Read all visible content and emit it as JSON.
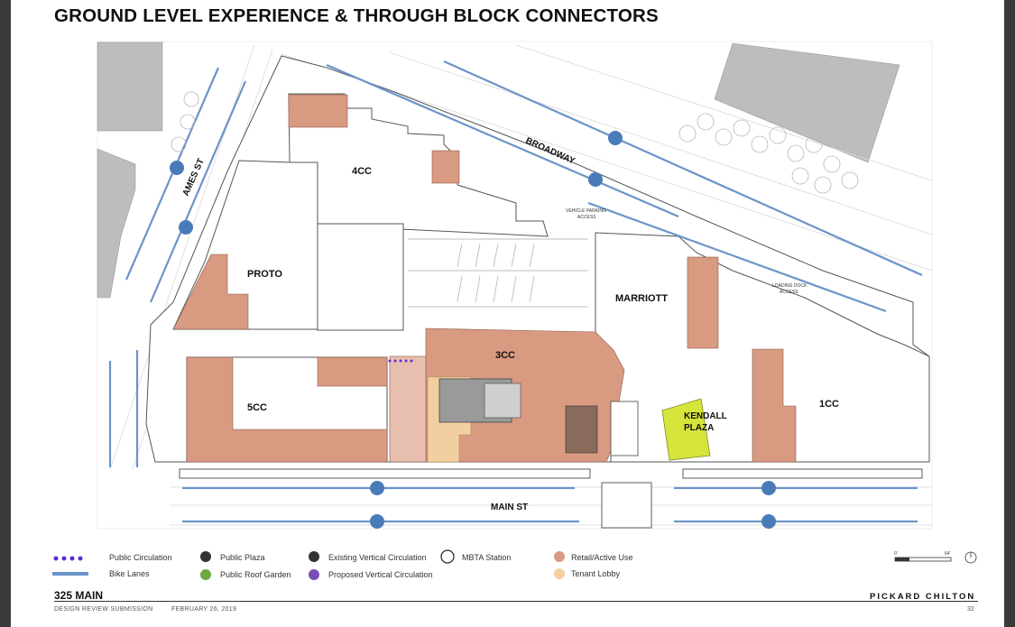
{
  "title": "GROUND LEVEL EXPERIENCE & THROUGH BLOCK CONNECTORS",
  "buildings": {
    "b4cc": "4CC",
    "proto": "PROTO",
    "marriott": "MARRIOTT",
    "b3cc": "3CC",
    "b5cc": "5CC",
    "kendall_plaza_line1": "KENDALL",
    "kendall_plaza_line2": "PLAZA",
    "b1cc": "1CC"
  },
  "streets": {
    "ames": "AMES ST",
    "broadway": "BROADWAY",
    "main": "MAIN ST"
  },
  "notes": {
    "vehicle_line1": "VEHICLE PARKING",
    "vehicle_line2": "ACCESS",
    "loading_line1": "LOADING DOCK",
    "loading_line2": "ACCESS"
  },
  "legend": {
    "public_circulation": "Public Circulation",
    "bike_lanes": "Bike Lanes",
    "public_plaza": "Public Plaza",
    "public_roof_garden": "Public Roof Garden",
    "existing_vertical": "Existing Vertical Circulation",
    "proposed_vertical": "Proposed Vertical Circulation",
    "mbta": "MBTA Station",
    "retail": "Retail/Active Use",
    "tenant_lobby": "Tenant Lobby"
  },
  "scale": {
    "start": "0'",
    "end": "64'"
  },
  "footer": {
    "project": "325 MAIN",
    "submission": "DESIGN REVIEW SUBMISSION",
    "date": "FEBRUARY 26, 2019",
    "firm": "PICKARD CHILTON",
    "page": "32"
  },
  "colors": {
    "retail": "#d99a82",
    "tenant_lobby": "#f2cfa0",
    "plaza": "#d6e43c",
    "existing_building": "#bdbdbd",
    "bike_lane": "#6a94c8",
    "public_circulation": "#5a2fd0",
    "icon_green": "#6fa843",
    "icon_purple": "#7a4fb5"
  }
}
